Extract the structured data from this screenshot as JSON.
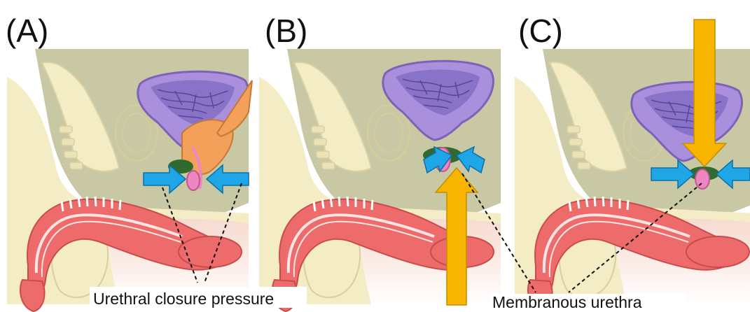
{
  "panels": [
    {
      "label": "(A)"
    },
    {
      "label": "(B)"
    },
    {
      "label": "(C)"
    }
  ],
  "captions": {
    "left": "Urethral closure pressure",
    "right": "Membranous urethra"
  },
  "colors": {
    "background": "#ffffff",
    "pelvis_bone": "#f3ecc4",
    "tissue_shadow": "#c9c8a4",
    "bladder": "#a98fdc",
    "bladder_texture": "#5a4a9a",
    "prostate": "#f2a05a",
    "urethra_body": "#ee6b6b",
    "urethra_light": "#ffe4e4",
    "membranous_urethra": "#ee86c2",
    "sphincter": "#2f6a2f",
    "blue_arrow": "#1fa6e6",
    "yellow_arrow": "#f7b500"
  }
}
